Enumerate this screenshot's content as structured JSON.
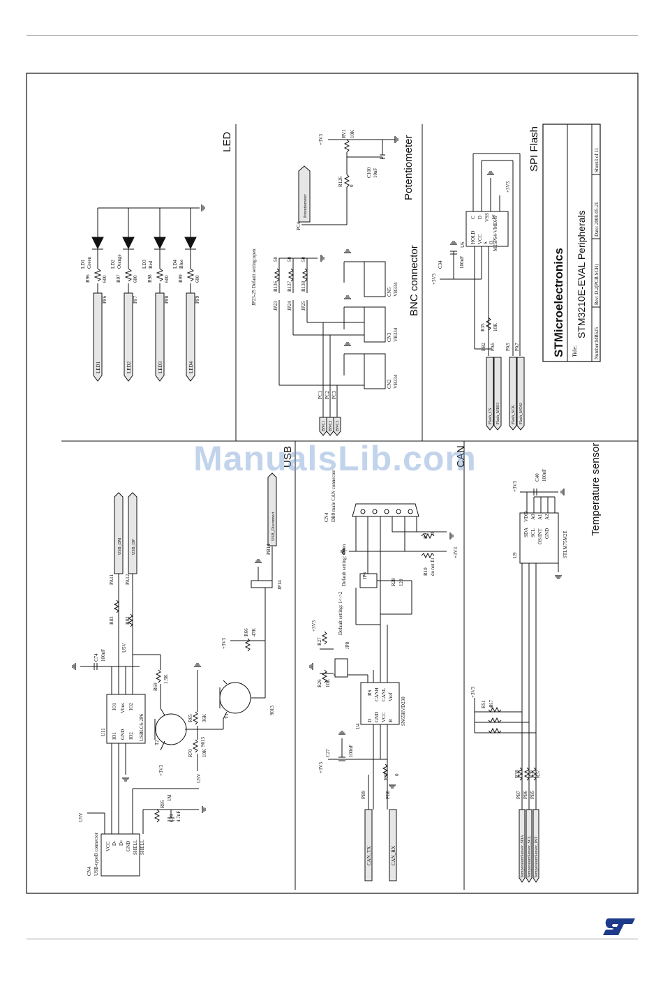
{
  "sections": {
    "led": "LED",
    "potentiometer": "Potentiometer",
    "bnc": "BNC connector",
    "spi": "SPI Flash",
    "usb": "USB",
    "can": "CAN",
    "temp": "Temperature sensor"
  },
  "title_block": {
    "company": "STMicroelectronics",
    "title_label": "Title:",
    "title": "STM3210E-EVAL Peripherals",
    "number": "Number:MB525",
    "rev": "Rev: D.2(PCB.SCH)",
    "date": "Date: 2008-05-21",
    "sheet": "Sheet3 of 11"
  },
  "watermark": "ManualsLib.com",
  "labels": {
    "ld1": "LD1",
    "ld1c": "Green",
    "ld2": "LD2",
    "ld2c": "Orange",
    "ld3": "LD3",
    "ld3c": "Red",
    "ld4": "LD4",
    "ld4c": "Blue",
    "r96": "R96",
    "r97": "R97",
    "r98": "R98",
    "r99": "R99",
    "r600": "600",
    "pf6": "PF6",
    "pf7": "PF7",
    "pf8": "PF8",
    "pf9": "PF9",
    "led1": "LED1",
    "led2": "LED2",
    "led3": "LED3",
    "led4": "LED4",
    "p3v3": "+3V3",
    "rv1": "RV1",
    "r10k": "10K",
    "c100": "C100",
    "c10nf": "10nF",
    "r126": "R126",
    "r0": "0",
    "pc4": "PC4",
    "potnet": "Potentiometer",
    "jp2325": "JP23-25 Default setting:open",
    "jp23": "JP23",
    "jp24": "JP24",
    "jp25": "JP25",
    "r136": "R136",
    "r137": "R137",
    "r138": "R138",
    "r50": "50",
    "cn2": "CN2",
    "cn3": "CN3",
    "cn5": "CN5",
    "vb334": "VB334",
    "pc1": "PC1",
    "pc2": "PC2",
    "pc3": "PC3",
    "bnc1": "BNC1",
    "bnc2": "BNC2",
    "bnc3": "BNC3",
    "u6": "U6",
    "m25p64": "M25P64-VME6G",
    "hold": "HOLD",
    "vcc": "VCC",
    "s": "S",
    "q": "Q",
    "c": "C",
    "d": "D",
    "vss": "VSS",
    "w": "W",
    "c34": "C34",
    "c100nf": "100nF",
    "r35": "R35",
    "r10kb": "10K",
    "pb2": "PB2",
    "pa6": "PA6",
    "pa5": "PA5",
    "pa7": "PA7",
    "fcs": "Flash_CS",
    "fmiso": "Flash_MISO",
    "fsck": "Flash_SCK",
    "fmosi": "Flash_MOSI",
    "cn4": "CN4",
    "usbtype": "USB-typeB connector",
    "u5v": "U5V",
    "vccp": "VCC",
    "dm": "D-",
    "dp": "D+",
    "gnd": "GND",
    "shell": "SHELL",
    "r95": "R95",
    "r1m": "1M",
    "c78": "C78",
    "c47nf": "4.7nF",
    "u11": "U11",
    "usblc": "USBLC6-2P6",
    "io1": "IO1",
    "io2": "IO2",
    "vbus": "Vbus",
    "c74": "C74",
    "r69": "R69",
    "r15k": "1.5K",
    "r83": "R83",
    "r82": "R82",
    "pa11": "PA11",
    "pa12": "PA12",
    "usbdm": "USB_DM",
    "usbdp": "USB_DP",
    "t1": "T1",
    "t2": "T2",
    "q9013": "9013",
    "r65": "R65",
    "r36k": "36K",
    "r70": "R70",
    "r66": "R66",
    "r47k": "47K",
    "jp14": "JP14",
    "pb14": "PB14",
    "usbdisc": "USB_Disconnect",
    "db9": "DB9 male CAN connector",
    "cn4b": "CN4",
    "r9": "R9",
    "r10": "R10",
    "dnf": "do not fit",
    "r28": "R28",
    "r120": "120",
    "jp6": "JP6",
    "defopen": "Default setting: Open",
    "jp8": "JP8",
    "def12": "Default setting: 1<->2",
    "r27": "R27",
    "r26": "R26",
    "u4": "U4",
    "sn65": "SN65HVD230",
    "rs": "RS",
    "canh": "CANH",
    "canl": "CANL",
    "vref": "Vref",
    "r": "R",
    "c27": "C27",
    "r32": "R32",
    "pb9": "PB9",
    "pb8": "PB8",
    "cantx": "CAN_TX",
    "canrx": "CAN_RX",
    "u9": "U9",
    "stlm": "STLM75M2E",
    "sda": "SDA",
    "scl": "SCL",
    "osint": "OS/INT",
    "vdd": "VDD",
    "a0": "A0",
    "a1": "A1",
    "a2": "A2",
    "c40": "C40",
    "r51": "R51",
    "r4k7": "4K7",
    "r38": "R38",
    "r36": "R36",
    "r37": "R37",
    "pb7": "PB7",
    "pb6": "PB6",
    "pb5": "PB5",
    "tsda": "TemperatureSensor_SDA",
    "tscl": "TemperatureSensor_SCL",
    "tint": "TemperatureSensor_INT"
  },
  "colors": {
    "line": "#111111",
    "frame": "#000000",
    "rule": "#9a9a9a",
    "flag": "#e6e6e6",
    "watermark": "#78a0d2",
    "logo": "#1e3a8a"
  },
  "logo_icon": "st-logo-icon"
}
